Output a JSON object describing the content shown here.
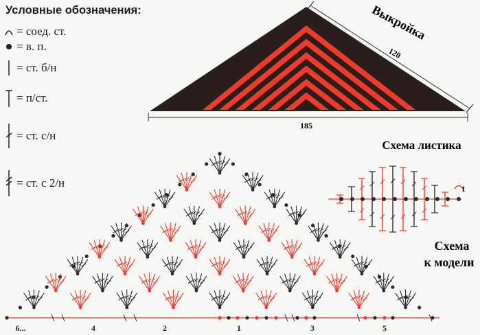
{
  "legend": {
    "title": "Условные обозначения:",
    "items": [
      {
        "icon": "slip-stitch-arc-icon",
        "text": "= соед. ст."
      },
      {
        "icon": "chain-dot-icon",
        "text": "= в. п."
      },
      {
        "icon": "single-crochet-icon",
        "text": "= ст. б/н"
      },
      {
        "icon": "half-double-crochet-icon",
        "text": "= п/ст."
      },
      {
        "icon": "double-crochet-icon",
        "text": "= ст. с/н"
      },
      {
        "icon": "treble-crochet-icon",
        "text": "= ст. с 2/н"
      }
    ]
  },
  "pattern": {
    "title": "Выкройка",
    "side_length": "120",
    "base_length": "185",
    "colors": {
      "dark": "#2a1e1c",
      "accent": "#f03a2a"
    }
  },
  "leaf_scheme": {
    "title": "Схема листика",
    "start_label": "1"
  },
  "model_scheme": {
    "title_line1": "Схема",
    "title_line2": "к модели",
    "row_labels": [
      "6...",
      "4",
      "2",
      "1",
      "3",
      "5"
    ]
  }
}
